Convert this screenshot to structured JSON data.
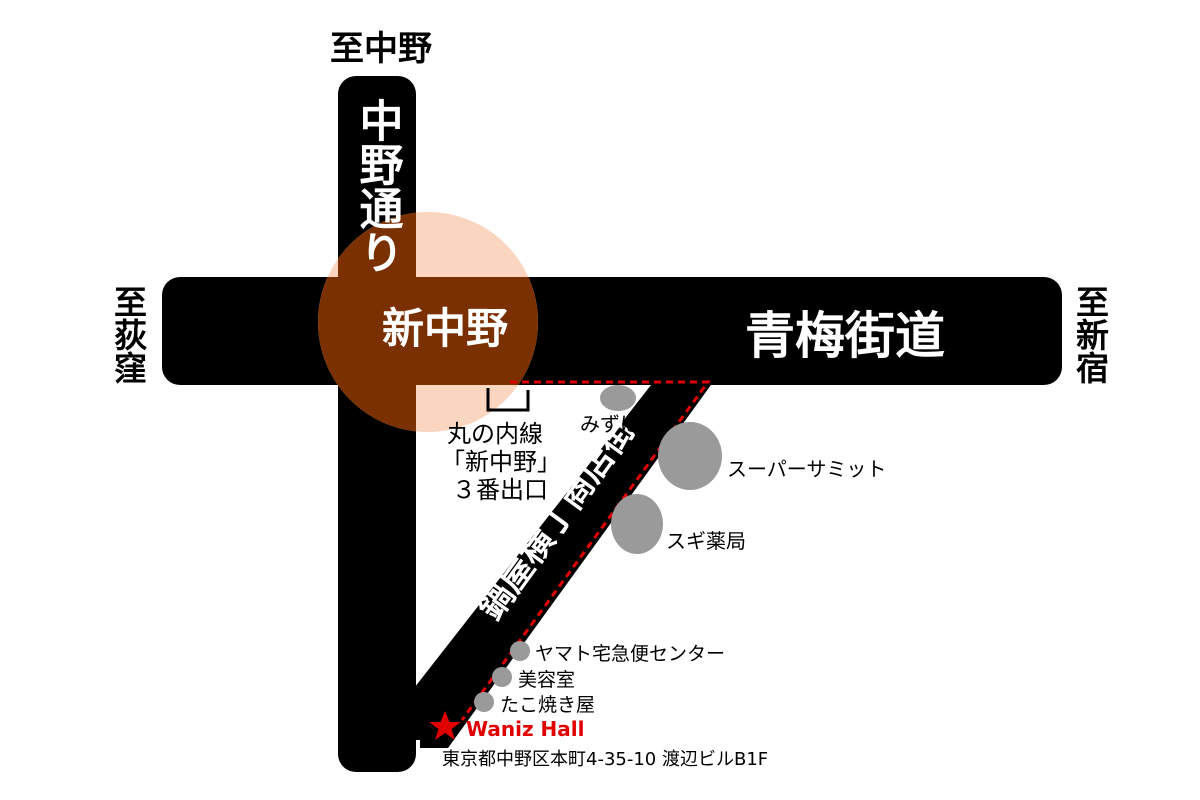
{
  "map": {
    "directions": {
      "north": "至中野",
      "west": "至荻窪",
      "east": "至新宿"
    },
    "roads": {
      "nakano_dori": "中野通り",
      "ome_kaido": "青梅街道",
      "shotengai": "鍋屋横丁商店街"
    },
    "station": {
      "name": "新中野",
      "exit_line1": "丸の内線",
      "exit_line2": "「新中野」",
      "exit_line3": "３番出口"
    },
    "landmarks": {
      "mizuho": "みずほ",
      "summit": "スーパーサミット",
      "sugi": "スギ薬局",
      "yamato": "ヤマト宅急便センター",
      "biyoushitsu": "美容室",
      "takoyaki": "たこ焼き屋"
    },
    "venue": {
      "name": "Waniz Hall",
      "address": "東京都中野区本町4-35-10 渡辺ビルB1F"
    },
    "colors": {
      "road": "#000000",
      "station_circle": "#7a3000",
      "station_circle_light": "#fad6c0",
      "landmark": "#9a9a9a",
      "route": "#e00000",
      "venue_text": "#e00000"
    }
  }
}
